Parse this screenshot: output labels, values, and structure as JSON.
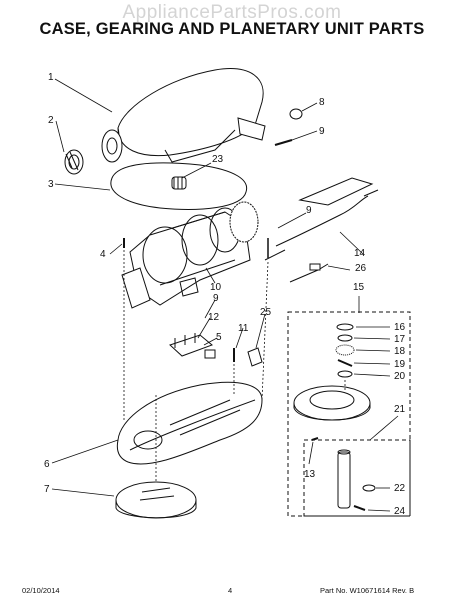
{
  "watermark": "AppliancePartsPros.com",
  "title": "CASE, GEARING AND PLANETARY UNIT PARTS",
  "callouts": {
    "c1": "1",
    "c2": "2",
    "c3": "3",
    "c4": "4",
    "c5": "5",
    "c6": "6",
    "c7": "7",
    "c8": "8",
    "c9a": "9",
    "c9b": "9",
    "c9c": "9",
    "c10": "10",
    "c11": "11",
    "c12": "12",
    "c13": "13",
    "c14": "14",
    "c15": "15",
    "c16": "16",
    "c17": "17",
    "c18": "18",
    "c19": "19",
    "c20": "20",
    "c21": "21",
    "c22": "22",
    "c23": "23",
    "c24": "24",
    "c25": "25",
    "c26": "26"
  },
  "footer": {
    "date": "02/10/2014",
    "page": "4",
    "part_number": "Part No. W10671614  Rev. B"
  }
}
